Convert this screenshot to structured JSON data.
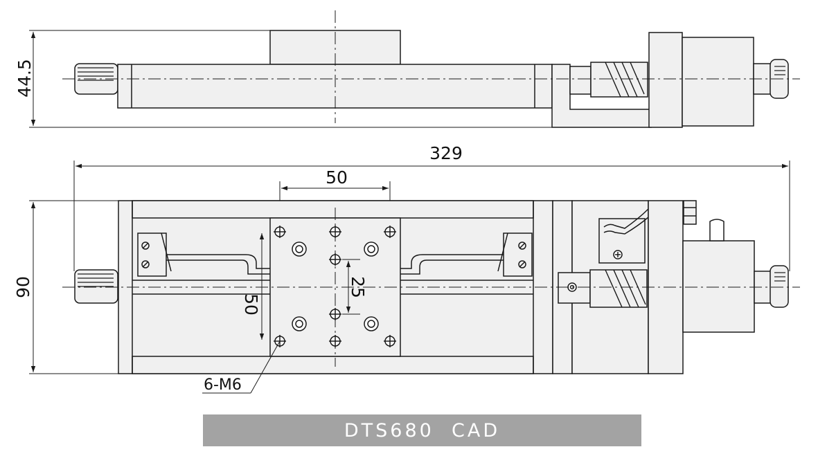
{
  "dimensions": {
    "side_height": "44.5",
    "overall_length": "329",
    "overall_width": "90",
    "hole_spacing_x": "50",
    "hole_spacing_y": "50",
    "center_hole_spacing": "25"
  },
  "callout": {
    "holes": "6-M6"
  },
  "caption": {
    "title": "DTS680  CAD"
  },
  "colors": {
    "line": "#1a1a1a",
    "fill": "#f0f0f0",
    "caption_bg": "#a3a3a3",
    "caption_text": "#ffffff"
  }
}
